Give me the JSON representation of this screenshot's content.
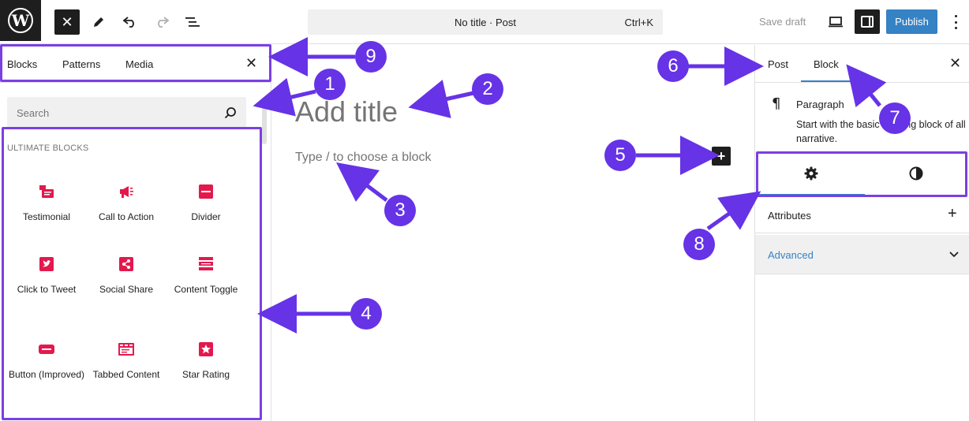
{
  "topbar": {
    "close_label": "✕",
    "command": {
      "title": "No title · Post",
      "shortcut": "Ctrl+K"
    },
    "save_draft": "Save draft",
    "publish": "Publish"
  },
  "left_panel": {
    "tabs": [
      "Blocks",
      "Patterns",
      "Media"
    ],
    "close_label": "✕",
    "search_placeholder": "Search",
    "group_title": "ULTIMATE BLOCKS",
    "blocks": [
      {
        "label": "Testimonial",
        "icon": "testimonial-icon"
      },
      {
        "label": "Call to Action",
        "icon": "megaphone-icon"
      },
      {
        "label": "Divider",
        "icon": "divider-icon"
      },
      {
        "label": "Click to Tweet",
        "icon": "twitter-icon"
      },
      {
        "label": "Social Share",
        "icon": "share-icon"
      },
      {
        "label": "Content Toggle",
        "icon": "toggle-icon"
      },
      {
        "label": "Button (Improved)",
        "icon": "button-icon"
      },
      {
        "label": "Tabbed Content",
        "icon": "tabs-icon"
      },
      {
        "label": "Star Rating",
        "icon": "star-icon"
      }
    ],
    "accent_color": "#e3194e"
  },
  "editor": {
    "title_placeholder": "Add title",
    "paragraph_placeholder": "Type / to choose a block",
    "add_block_label": "+"
  },
  "right_panel": {
    "tabs": [
      "Post",
      "Block"
    ],
    "active_tab": "Block",
    "close_label": "✕",
    "block_card": {
      "icon": "¶",
      "name": "Paragraph",
      "description": "Start with the basic building block of all narrative."
    },
    "attributes_label": "Attributes",
    "attributes_plus": "+",
    "advanced_label": "Advanced"
  },
  "annotations": [
    "1",
    "2",
    "3",
    "4",
    "5",
    "6",
    "7",
    "8",
    "9"
  ],
  "colors": {
    "annotation": "#6633e6",
    "publish": "#3582c4",
    "accent": "#e3194e"
  }
}
